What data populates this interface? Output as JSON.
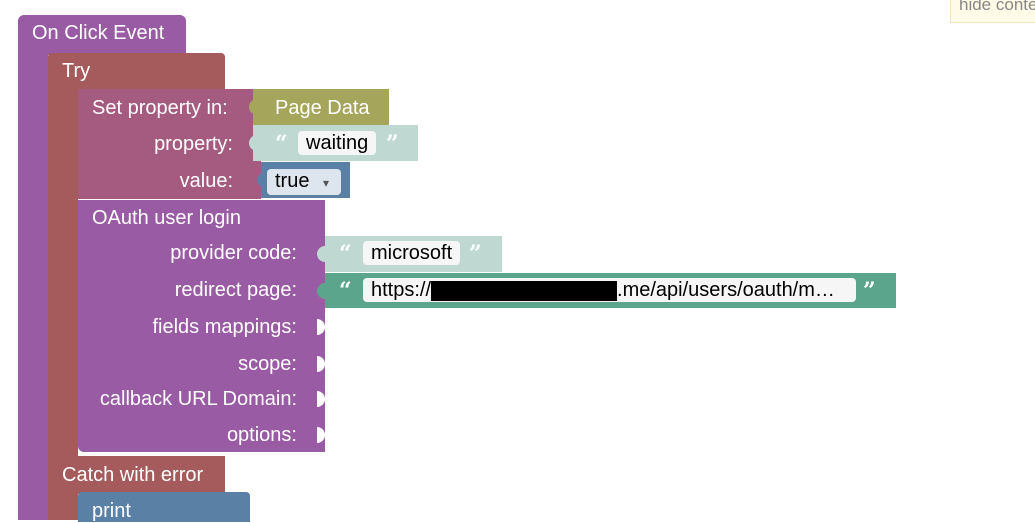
{
  "event": {
    "label": "On Click Event"
  },
  "try_block": {
    "label": "Try",
    "catch_label": "Catch with error"
  },
  "set_property": {
    "label": "Set property in:",
    "target": "Page Data",
    "property_label": "property:",
    "property_value": "waiting",
    "value_label": "value:",
    "value": "true",
    "dropdown_arrow": "▾"
  },
  "oauth": {
    "title": "OAuth user login",
    "provider_label": "provider code:",
    "provider_value": "microsoft",
    "redirect_label": "redirect page:",
    "redirect_value_start": "https://",
    "redirect_value_end": ".me/api/users/oauth/m…",
    "fields_label": "fields mappings:",
    "scope_label": "scope:",
    "callback_label": "callback URL Domain:",
    "options_label": "options:"
  },
  "print_block": {
    "label": "print"
  },
  "tooltip": {
    "text": "hide conte"
  },
  "quotes": {
    "open": "“",
    "close": "”"
  },
  "colors": {
    "event": "#9a5ba5",
    "try": "#a55b5b",
    "set_property": "#a55b80",
    "page_data": "#a5a55b",
    "text": "#bfd9d2",
    "logic": "#5b80a5",
    "oauth": "#9a5ba5",
    "url_text": "#5ba58c",
    "redacted": "#000000",
    "tooltip_bg": "#fffbe6"
  }
}
